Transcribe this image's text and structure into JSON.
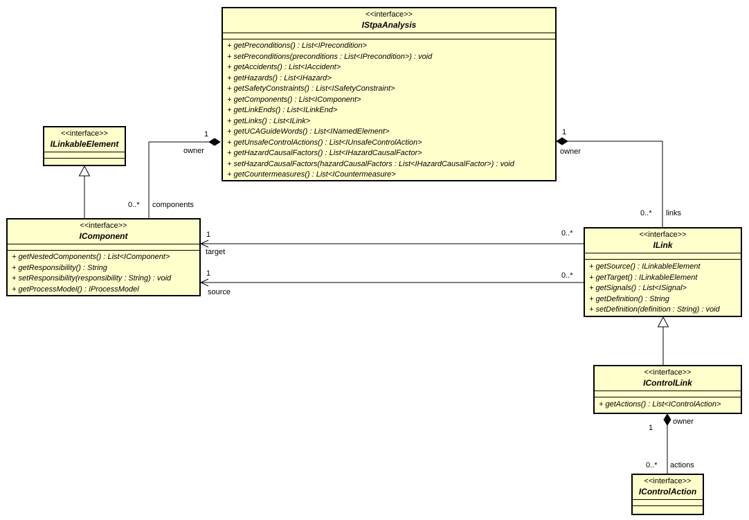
{
  "colors": {
    "box_fill": "#ffffcc",
    "border": "#000000",
    "background": "#ffffff"
  },
  "classes": {
    "stpa": {
      "stereotype": "<<interface>>",
      "name": "IStpaAnalysis",
      "methods": [
        "+ getPreconditions() : List<IPrecondition>",
        "+ setPreconditions(preconditions : List<IPrecondition>) : void",
        "+ getAccidents() : List<IAccident>",
        "+ getHazards() : List<IHazard>",
        "+ getSafetyConstraints() : List<ISafetyConstraint>",
        "+ getComponents() : List<IComponent>",
        "+ getLinkEnds() : List<ILinkEnd>",
        "+ getLinks() : List<ILink>",
        "+ getUCAGuideWords() : List<INamedElement>",
        "+ getUnsafeControlActions() : List<IUnsafeControlAction>",
        "+ getHazardCausalFactors() : List<IHazardCausalFactor>",
        "+ setHazardCausalFactors(hazardCausalFactors : List<IHazardCausalFactor>) : void",
        "+ getCountermeasures() : List<ICountermeasure>"
      ]
    },
    "linkable": {
      "stereotype": "<<interface>>",
      "name": "ILinkableElement"
    },
    "component": {
      "stereotype": "<<interface>>",
      "name": "IComponent",
      "methods": [
        "+ getNestedComponents() : List<IComponent>",
        "+ getResponsibility() : String",
        "+ setResponsibility(responsibility : String) : void",
        "+ getProcessModel() : IProcessModel"
      ]
    },
    "link": {
      "stereotype": "<<interface>>",
      "name": "ILink",
      "methods": [
        "+ getSource() : ILinkableElement",
        "+ getTarget() : ILinkableElement",
        "+ getSignals() : List<ISignal>",
        "+ getDefinition() : String",
        "+ setDefinition(definition : String) : void"
      ]
    },
    "controllink": {
      "stereotype": "<<interface>>",
      "name": "IControlLink",
      "methods": [
        "+ getActions() : List<IControlAction>"
      ]
    },
    "controlaction": {
      "stereotype": "<<interface>>",
      "name": "IControlAction"
    }
  },
  "relations": {
    "stpa_components": {
      "owner_mult": "1",
      "owner_role": "owner",
      "mult": "0..*",
      "role": "components"
    },
    "stpa_links": {
      "owner_mult": "1",
      "owner_role": "owner",
      "mult": "0..*",
      "role": "links"
    },
    "link_target": {
      "end_mult": "1",
      "role": "target",
      "link_mult": "0..*"
    },
    "link_source": {
      "end_mult": "1",
      "role": "source",
      "link_mult": "0..*"
    },
    "controllink_actions": {
      "owner_mult": "1",
      "owner_role": "owner",
      "mult": "0..*",
      "role": "actions"
    }
  }
}
